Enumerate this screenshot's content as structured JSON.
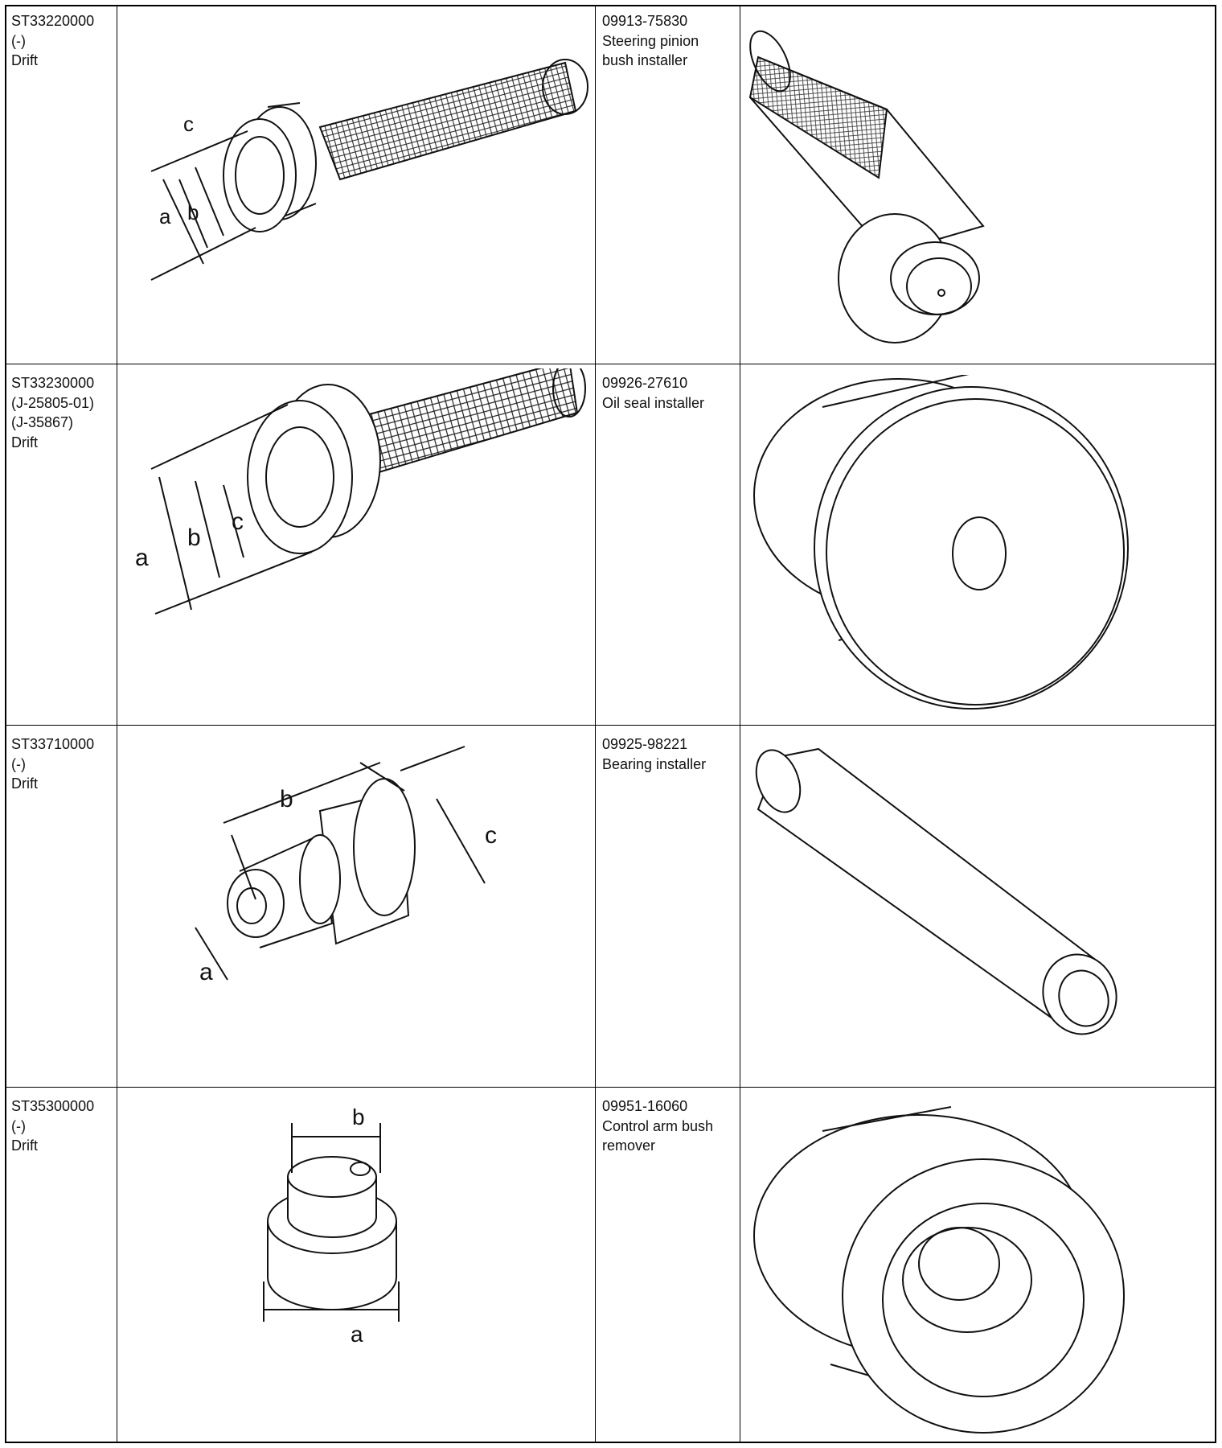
{
  "rows": [
    {
      "left_tool": {
        "part_number": "ST33220000",
        "alt_number": "(-)",
        "alt_number_2": "",
        "name": "Drift"
      },
      "left_dims": [
        "a",
        "b",
        "c"
      ],
      "right_tool": {
        "part_number": "09913-75830",
        "name_line1": "Steering pinion",
        "name_line2": "bush installer"
      }
    },
    {
      "left_tool": {
        "part_number": "ST33230000",
        "alt_number": "(J-25805-01)",
        "alt_number_2": "(J-35867)",
        "name": "Drift"
      },
      "left_dims": [
        "a",
        "b",
        "c"
      ],
      "right_tool": {
        "part_number": "09926-27610",
        "name_line1": "Oil seal installer",
        "name_line2": ""
      }
    },
    {
      "left_tool": {
        "part_number": "ST33710000",
        "alt_number": "(-)",
        "alt_number_2": "",
        "name": "Drift"
      },
      "left_dims": [
        "a",
        "b",
        "c"
      ],
      "right_tool": {
        "part_number": "09925-98221",
        "name_line1": "Bearing installer",
        "name_line2": ""
      }
    },
    {
      "left_tool": {
        "part_number": "ST35300000",
        "alt_number": "(-)",
        "alt_number_2": "",
        "name": "Drift"
      },
      "left_dims": [
        "a",
        "b"
      ],
      "right_tool": {
        "part_number": "09951-16060",
        "name_line1": "Control arm bush",
        "name_line2": "remover"
      }
    }
  ]
}
